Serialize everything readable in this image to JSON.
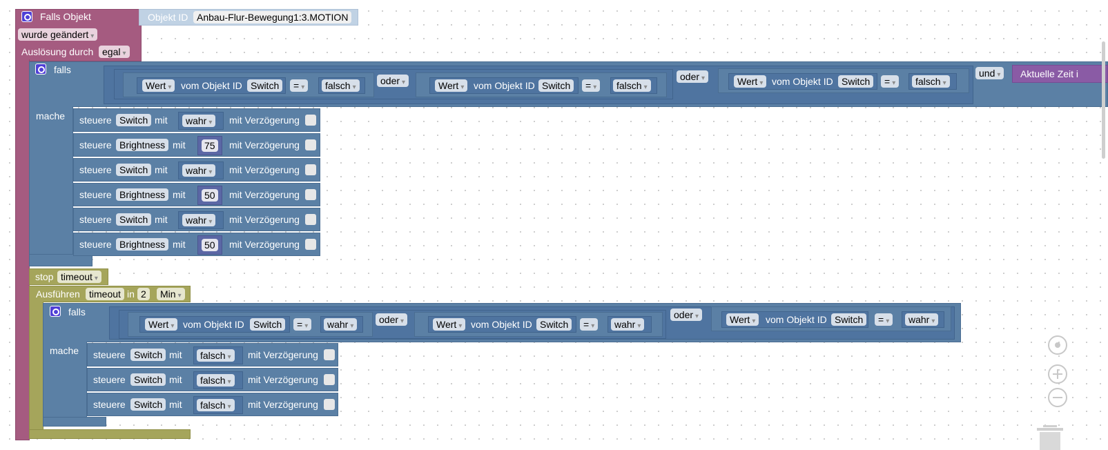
{
  "event": {
    "title": "Falls Objekt",
    "object_id_label": "Objekt ID",
    "object_id_value": "Anbau-Flur-Bewegung1:3.MOTION",
    "changed": "wurde geändert",
    "trigger_label": "Auslösung durch",
    "trigger_value": "egal"
  },
  "if1": {
    "falls": "falls",
    "mache": "mache",
    "cond": [
      {
        "wert": "Wert",
        "obj_label": "vom Objekt ID",
        "obj": "Switch",
        "op": "=",
        "val": "falsch"
      },
      {
        "wert": "Wert",
        "obj_label": "vom Objekt ID",
        "obj": "Switch",
        "op": "=",
        "val": "falsch"
      },
      {
        "wert": "Wert",
        "obj_label": "vom Objekt ID",
        "obj": "Switch",
        "op": "=",
        "val": "falsch"
      }
    ],
    "oder": "oder",
    "und": "und",
    "time_label": "Aktuelle Zeit i",
    "actions": [
      {
        "verb": "steuere",
        "target": "Switch",
        "mit": "mit",
        "value": "wahr",
        "delay": "mit Verzögerung"
      },
      {
        "verb": "steuere",
        "target": "Brightness",
        "mit": "mit",
        "value": "75",
        "delay": "mit Verzögerung"
      },
      {
        "verb": "steuere",
        "target": "Switch",
        "mit": "mit",
        "value": "wahr",
        "delay": "mit Verzögerung"
      },
      {
        "verb": "steuere",
        "target": "Brightness",
        "mit": "mit",
        "value": "50",
        "delay": "mit Verzögerung"
      },
      {
        "verb": "steuere",
        "target": "Switch",
        "mit": "mit",
        "value": "wahr",
        "delay": "mit Verzögerung"
      },
      {
        "verb": "steuere",
        "target": "Brightness",
        "mit": "mit",
        "value": "50",
        "delay": "mit Verzögerung"
      }
    ]
  },
  "stop": {
    "label": "stop",
    "value": "timeout"
  },
  "timeout": {
    "label": "Ausführen",
    "name": "timeout",
    "in": "in",
    "amount": "2",
    "unit": "Min"
  },
  "if2": {
    "falls": "falls",
    "mache": "mache",
    "cond": [
      {
        "wert": "Wert",
        "obj_label": "vom Objekt ID",
        "obj": "Switch",
        "op": "=",
        "val": "wahr"
      },
      {
        "wert": "Wert",
        "obj_label": "vom Objekt ID",
        "obj": "Switch",
        "op": "=",
        "val": "wahr"
      },
      {
        "wert": "Wert",
        "obj_label": "vom Objekt ID",
        "obj": "Switch",
        "op": "=",
        "val": "wahr"
      }
    ],
    "oder": "oder",
    "actions": [
      {
        "verb": "steuere",
        "target": "Switch",
        "mit": "mit",
        "value": "falsch",
        "delay": "mit Verzögerung"
      },
      {
        "verb": "steuere",
        "target": "Switch",
        "mit": "mit",
        "value": "falsch",
        "delay": "mit Verzögerung"
      },
      {
        "verb": "steuere",
        "target": "Switch",
        "mit": "mit",
        "value": "falsch",
        "delay": "mit Verzögerung"
      }
    ]
  },
  "dropdown_arrow": "▾",
  "controls": [
    "recenter-icon",
    "zoom-in-icon",
    "zoom-out-icon",
    "trash-icon"
  ]
}
